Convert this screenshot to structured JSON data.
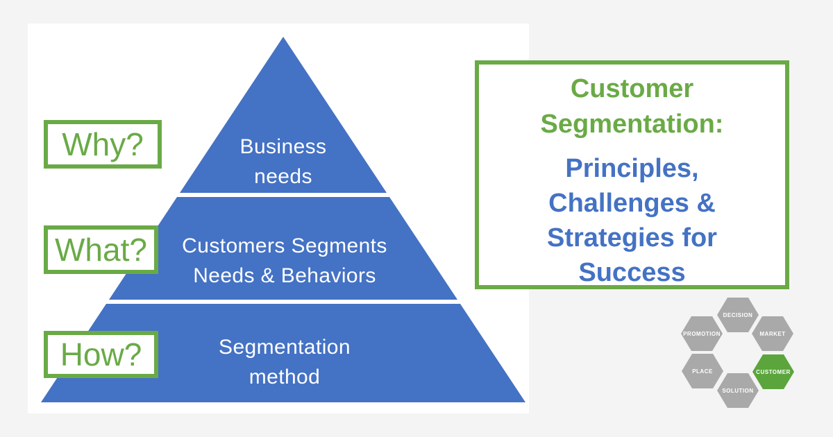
{
  "colors": {
    "background": "#f4f4f4",
    "panel": "#ffffff",
    "pyramid_blue": "#4472c4",
    "accent_green": "#6aaa46",
    "title_blue": "#4472c4",
    "hex_gray": "#a9a9a9",
    "hex_green": "#5ba53c",
    "pyramid_text": "#ffffff"
  },
  "pyramid": {
    "tiers": [
      {
        "question": "Why?",
        "line1": "Business",
        "line2": "needs"
      },
      {
        "question": "What?",
        "line1": "Customers Segments",
        "line2": "Needs & Behaviors"
      },
      {
        "question": "How?",
        "line1": "Segmentation",
        "line2": "method"
      }
    ]
  },
  "title_card": {
    "heading": {
      "line1": "Customer",
      "line2": "Segmentation:"
    },
    "subtitle": {
      "line1": "Principles,",
      "line2": "Challenges &",
      "line3": "Strategies for",
      "line4": "Success"
    }
  },
  "logo_hexagons": [
    {
      "label": "DECISION",
      "highlighted": false
    },
    {
      "label": "PROMOTION",
      "highlighted": false
    },
    {
      "label": "MARKET",
      "highlighted": false
    },
    {
      "label": "PLACE",
      "highlighted": false
    },
    {
      "label": "CUSTOMER",
      "highlighted": true
    },
    {
      "label": "SOLUTION",
      "highlighted": false
    }
  ]
}
